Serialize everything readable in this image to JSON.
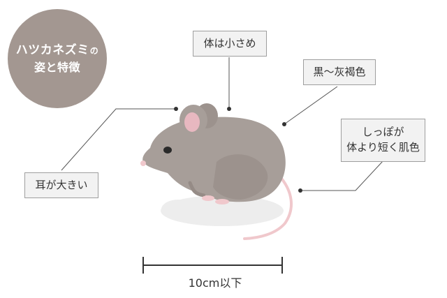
{
  "title": {
    "line1": "ハツカネズミ",
    "line1_suffix": "の",
    "line2": "姿と特徴"
  },
  "labels": {
    "size": "体は小さめ",
    "color": "黒～灰褐色",
    "tail_line1": "しっぽが",
    "tail_line2": "体より短く肌色",
    "ears": "耳が大きい"
  },
  "scale": {
    "label": "10cm以下"
  },
  "colors": {
    "title_circle": "#a39791",
    "mouse_body": "#a79e99",
    "mouse_ear_inner": "#e8b8c0",
    "tail": "#f0c8cc",
    "shadow": "#ececec",
    "leader_line": "#555555"
  }
}
